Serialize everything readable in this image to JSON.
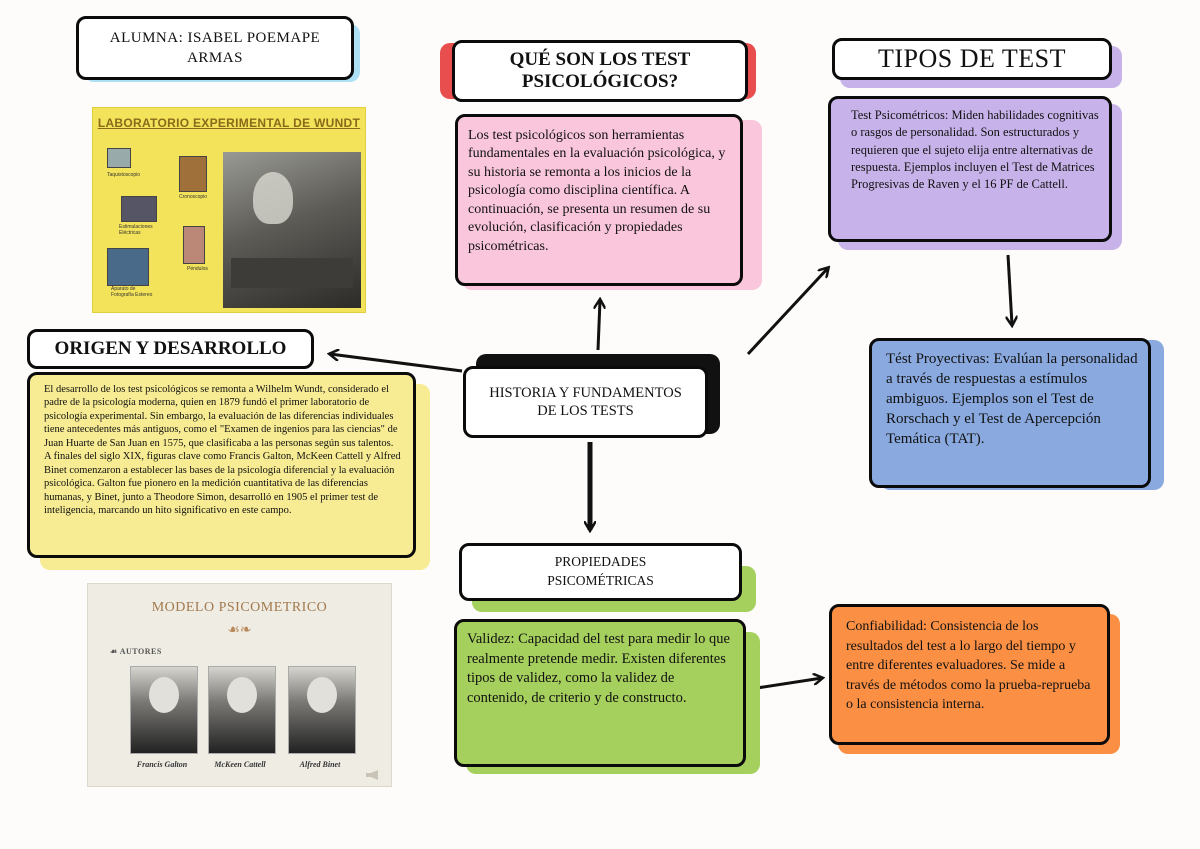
{
  "student": {
    "label": "ALUMNA: ISABEL POEMAPE ARMAS"
  },
  "center_node": {
    "title": "HISTORIA Y FUNDAMENTOS DE LOS TESTS"
  },
  "what_are": {
    "title": "QUÉ SON LOS TEST PSICOLÓGICOS?",
    "text": "Los test psicológicos son herramientas fundamentales en la evaluación psicológica, y su historia se remonta a los inicios de la psicología como disciplina científica. A continuación, se presenta un resumen de su evolución, clasificación y propiedades psicométricas."
  },
  "types": {
    "title": "TIPOS DE TEST",
    "psychometric": "Test Psicométricos: Miden habilidades cognitivas o rasgos de personalidad. Son estructurados y requieren que el sujeto elija entre alternativas de respuesta. Ejemplos incluyen el Test de Matrices Progresivas de Raven y el 16 PF de Cattell.",
    "projective": "Tést Proyectivas: Evalúan la personalidad a través de respuestas a estímulos ambiguos. Ejemplos son el Test de Rorschach y el Test de Apercepción Temática (TAT)."
  },
  "origin": {
    "title": "ORIGEN Y DESARROLLO",
    "text": "El desarrollo de los test psicológicos se remonta a Wilhelm Wundt, considerado el padre de la psicología moderna, quien en 1879 fundó el primer laboratorio de psicología experimental. Sin embargo, la evaluación de las diferencias individuales tiene antecedentes más antiguos, como el \"Examen de ingenios para las ciencias\" de Juan Huarte de San Juan en 1575, que clasificaba a las personas según sus talentos.\nA finales del siglo XIX, figuras clave como Francis Galton, McKeen Cattell y Alfred Binet comenzaron a establecer las bases de la psicología diferencial y la evaluación psicológica. Galton fue pionero en la medición cuantitativa de las diferencias humanas, y Binet, junto a Theodore Simon, desarrolló en 1905 el primer test de inteligencia, marcando un hito significativo en este campo."
  },
  "properties": {
    "title": "PROPIEDADES PSICOMÉTRICAS",
    "validity": "Validez: Capacidad del test para medir lo que realmente pretende medir. Existen diferentes tipos de validez, como la validez de contenido, de criterio y de constructo.",
    "reliability": "Confiabilidad: Consistencia de los resultados del test a lo largo del tiempo y entre diferentes evaluadores. Se mide a través de métodos como la prueba-reprueba o la consistencia interna."
  },
  "wundt_image": {
    "title": "LABORATORIO EXPERIMENTAL DE WUNDT",
    "captions": [
      "Taquistoscopio",
      "Cronoscopio",
      "Estimulaciones Eléctricas",
      "Péndulos",
      "Aparato de Fotografía Estereo"
    ]
  },
  "model_image": {
    "title": "MODELO PSICOMETRICO",
    "ornament": "☙❧",
    "section": "☙ AUTORES",
    "authors": [
      "Francis Galton",
      "McKeen Cattell",
      "Alfred Binet"
    ]
  },
  "colors": {
    "pink": "#f9c6db",
    "purple": "#c7b3ea",
    "blue": "#8aaadf",
    "yellow": "#f7ec93",
    "green": "#a6d05d",
    "orange": "#fb8f44",
    "red_shadow": "#e94e4e",
    "light_blue_shadow": "#aee0f5"
  }
}
